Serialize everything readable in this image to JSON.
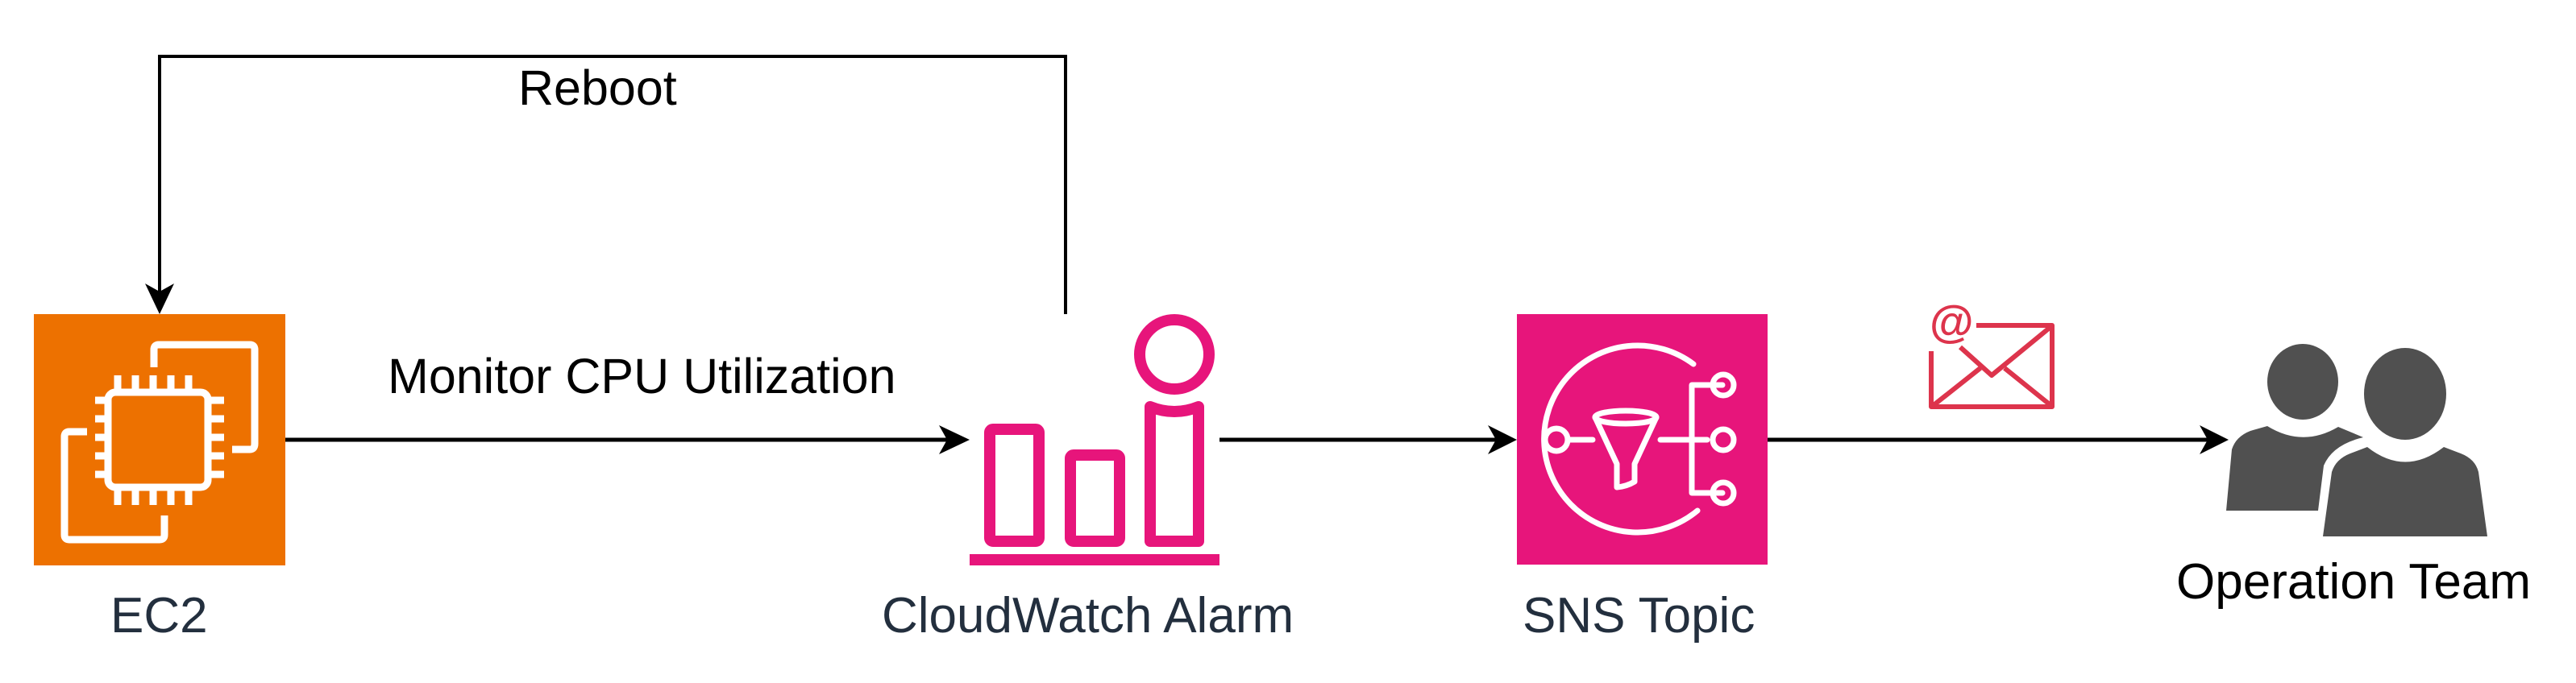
{
  "diagram": {
    "title": "EC2 CPU Alarm Reboot and Notification Flow",
    "colors": {
      "ec2": "#ED7100",
      "cloudwatch": "#E7157B",
      "sns": "#E7157B",
      "email": "#DD344C",
      "users": "#505050",
      "edge": "#000000",
      "node_label": "#232F3E"
    },
    "nodes": [
      {
        "id": "ec2",
        "label": "EC2",
        "icon": "ec2-instance-icon"
      },
      {
        "id": "cloudwatch",
        "label": "CloudWatch Alarm",
        "icon": "cloudwatch-alarm-icon"
      },
      {
        "id": "sns",
        "label": "SNS Topic",
        "icon": "sns-topic-icon"
      },
      {
        "id": "team",
        "label": "Operation Team",
        "icon": "users-group-icon"
      }
    ],
    "edges": [
      {
        "from": "ec2",
        "to": "cloudwatch",
        "label": "Monitor CPU Utilization"
      },
      {
        "from": "cloudwatch",
        "to": "ec2",
        "label": "Reboot"
      },
      {
        "from": "cloudwatch",
        "to": "sns",
        "label": ""
      },
      {
        "from": "sns",
        "to": "team",
        "label": "",
        "icon": "email-icon"
      }
    ]
  }
}
